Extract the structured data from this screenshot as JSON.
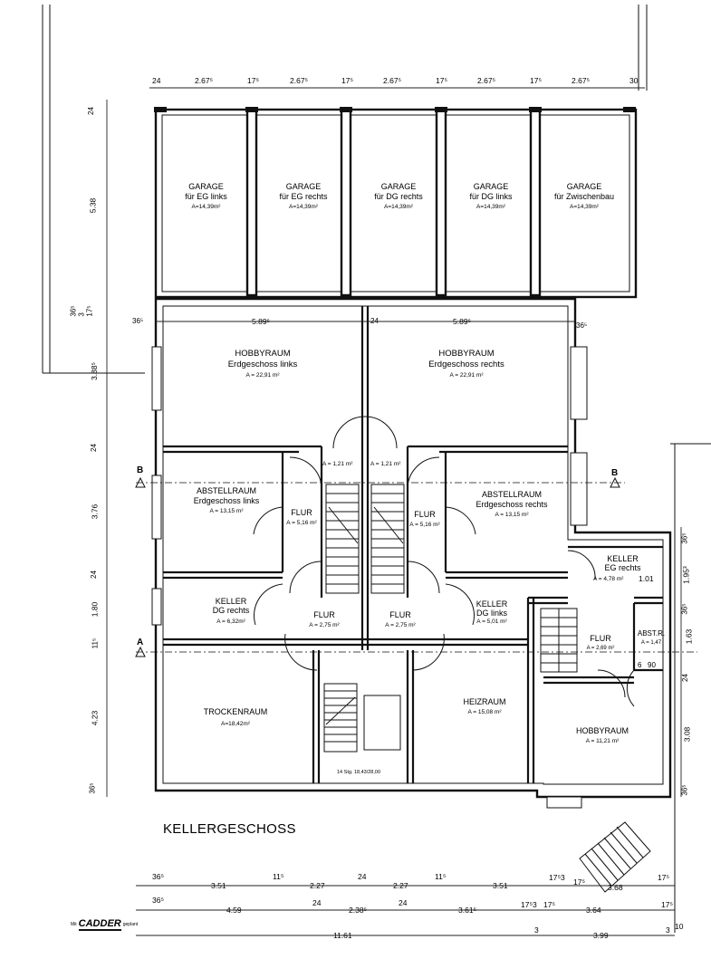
{
  "plan_title": "KELLERGESCHOSS",
  "garages": [
    {
      "line1": "GARAGE",
      "line2": "für EG links",
      "area": "A=14,39m²"
    },
    {
      "line1": "GARAGE",
      "line2": "für EG rechts",
      "area": "A=14,39m²"
    },
    {
      "line1": "GARAGE",
      "line2": "für DG rechts",
      "area": "A=14,39m²"
    },
    {
      "line1": "GARAGE",
      "line2": "für DG links",
      "area": "A=14,39m²"
    },
    {
      "line1": "GARAGE",
      "line2": "für Zwischenbau",
      "area": "A=14,39m²"
    }
  ],
  "rooms": {
    "hobby_left": {
      "line1": "HOBBYRAUM",
      "line2": "Erdgeschoss links",
      "area": "A = 22,91 m²"
    },
    "hobby_right": {
      "line1": "HOBBYRAUM",
      "line2": "Erdgeschoss rechts",
      "area": "A = 22,91 m²"
    },
    "abstell_left": {
      "line1": "ABSTELLRAUM",
      "line2": "Erdgeschoss links",
      "area": "A = 13,15 m²"
    },
    "abstell_right": {
      "line1": "ABSTELLRAUM",
      "line2": "Erdgeschoss rechts",
      "area": "A = 13,15 m²"
    },
    "flur_left": {
      "line1": "FLUR",
      "area": "A = 5,16 m²"
    },
    "flur_right": {
      "line1": "FLUR",
      "area": "A = 5,16 m²"
    },
    "small_left": {
      "area": "A = 1,21 m²"
    },
    "small_right": {
      "area": "A = 1,21 m²"
    },
    "keller_dg_rechts": {
      "line1": "KELLER",
      "line2": "DG rechts",
      "area": "A = 6,32m²"
    },
    "flur_lower_left": {
      "line1": "FLUR",
      "area": "A = 2,75 m²"
    },
    "flur_lower_right": {
      "line1": "FLUR",
      "area": "A = 2,75 m²"
    },
    "keller_dg_links": {
      "line1": "KELLER",
      "line2": "DG links",
      "area": "A = 5,01 m²"
    },
    "keller_eg_rechts": {
      "line1": "KELLER",
      "line2": "EG rechts",
      "area": "A = 4,78 m²"
    },
    "flur_annex": {
      "line1": "FLUR",
      "area": "A = 2,69 m²"
    },
    "abstr": {
      "line1": "ABST.R.",
      "area": "A = 1,47"
    },
    "trockenraum": {
      "line1": "TROCKENRAUM",
      "area": "A=18,42m²"
    },
    "heizraum": {
      "line1": "HEIZRAUM",
      "area": "A = 15,08 m²"
    },
    "hobby_annex": {
      "line1": "HOBBYRAUM",
      "area": "A = 11,21 m²"
    }
  },
  "stair_note": "14 Stg. 18,43/28,00",
  "section_labels": {
    "b": "B",
    "a": "A"
  },
  "dims_top": [
    "24",
    "2.67⁵",
    "17⁵",
    "2.67⁵",
    "17⁵",
    "2.67⁵",
    "17⁵",
    "2.67⁵",
    "17⁵",
    "2.67⁵",
    "30"
  ],
  "dims_inner": {
    "left_wall": "36⁵",
    "left_room": "5.89⁵",
    "mid_wall": "24",
    "right_room": "5.89⁵",
    "right_wall": "36⁵"
  },
  "dims_left": [
    "24",
    "5.38",
    "36⁵ 3 17⁵",
    "3.88⁵",
    "24",
    "3.76",
    "24",
    "1.80",
    "11⁵",
    "4.23",
    "36⁵"
  ],
  "dims_right": [
    "36⁵",
    "1.95³",
    "36⁵",
    "1.63",
    "24",
    "3.08",
    "36⁵"
  ],
  "dims_annex": {
    "w1": "1.01",
    "w2": "90",
    "w3": "6"
  },
  "dims_bottom_1": [
    "36⁵",
    "3.51",
    "11⁵",
    "2.27",
    "24",
    "2.27",
    "11⁵",
    "3.51",
    "17⁵3",
    "17⁵",
    "3.68",
    "17⁵"
  ],
  "dims_bottom_2": [
    "36⁵",
    "4.59",
    "24",
    "2.38⁵",
    "24",
    "3.61⁵",
    "17⁵3",
    "17⁵",
    "3.64",
    "17⁵"
  ],
  "dims_bottom_3": [
    "11.61",
    "3",
    "3.99",
    "3",
    "10"
  ],
  "brand": {
    "prefix": "Mit",
    "name": "CADDER",
    "suffix": "geplant"
  }
}
